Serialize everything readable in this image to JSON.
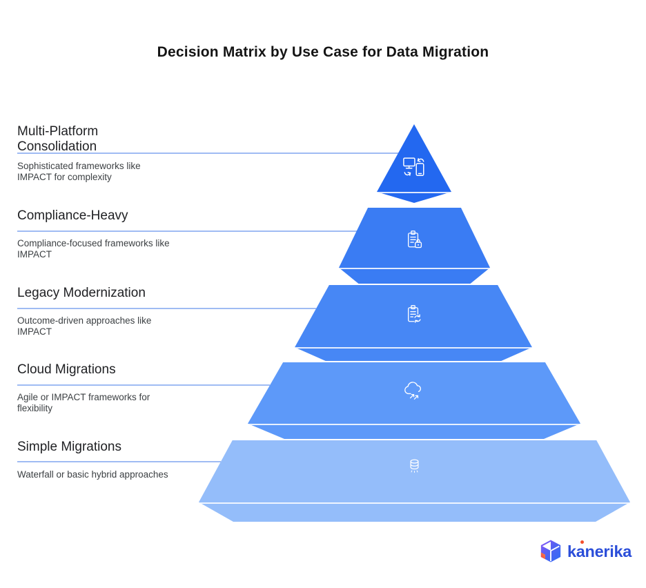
{
  "title": "Decision Matrix by Use Case for Data Migration",
  "levels": [
    {
      "heading": "Multi-Platform Consolidation",
      "description": "Sophisticated frameworks like IMPACT for complexity",
      "icon": "device-sync-icon",
      "color": "#2368f0"
    },
    {
      "heading": "Compliance-Heavy",
      "description": "Compliance-focused frameworks like IMPACT",
      "icon": "clipboard-lock-icon",
      "color": "#3a7cf3"
    },
    {
      "heading": "Legacy Modernization",
      "description": "Outcome-driven approaches like IMPACT",
      "icon": "clipboard-sync-icon",
      "color": "#4787f5"
    },
    {
      "heading": "Cloud Migrations",
      "description": "Agile or IMPACT frameworks for flexibility",
      "icon": "cloud-migration-icon",
      "color": "#5d99f9"
    },
    {
      "heading": "Simple Migrations",
      "description": "Waterfall or basic hybrid approaches",
      "icon": "database-icon",
      "color": "#94bdfa"
    }
  ],
  "styles": {
    "title_color": "#141414",
    "heading_color": "#202124",
    "description_color": "#3c4043",
    "leader_line_color": "#9fbbf3",
    "icon_stroke": "#ffffff"
  },
  "logo": {
    "text": "kanerika",
    "brand_color": "#2b4ed9",
    "dot_color": "#f4502c"
  }
}
